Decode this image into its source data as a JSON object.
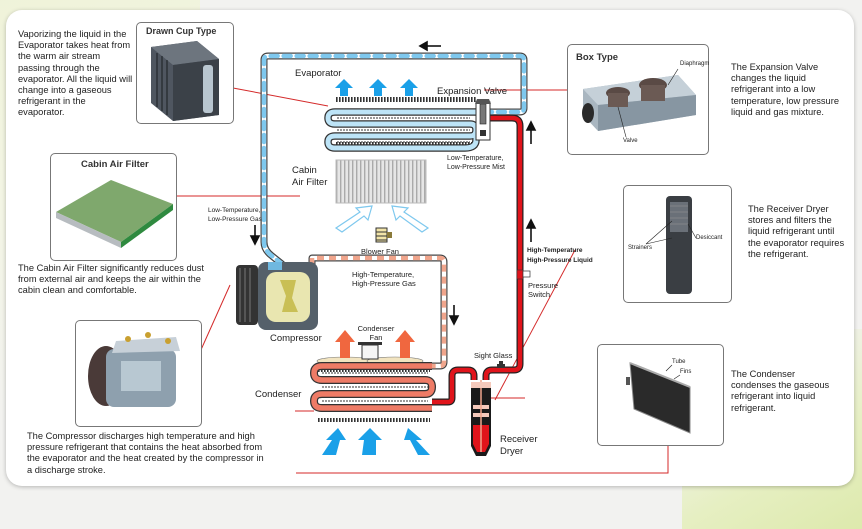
{
  "title": "Automotive Air Conditioning Refrigerant Cycle",
  "components": {
    "evaporator": {
      "label": "Evaporator",
      "inset_title": "Drawn Cup Type",
      "description": "Vaporizing the liquid in the Evaporator takes heat from the warm air stream passing through the evaporator. All the liquid will change into a gaseous refrigerant in the evaporator."
    },
    "expansion_valve": {
      "label": "Expansion Valve",
      "inset_title": "Box Type",
      "inset_callouts": [
        "Diaphragm",
        "Valve"
      ],
      "description": "The Expansion Valve changes the liquid refrigerant into a low temperature, low pressure liquid and gas mixture."
    },
    "cabin_air_filter": {
      "label_line1": "Cabin",
      "label_line2": "Air Filter",
      "inset_title": "Cabin Air Filter",
      "description": "The Cabin Air Filter significantly reduces dust from external air and keeps the air within the cabin clean and comfortable."
    },
    "blower_fan": {
      "label": "Blower Fan"
    },
    "compressor": {
      "label": "Compressor",
      "description": "The Compressor discharges high temperature and high pressure refrigerant that contains the heat absorbed from the evaporator and the heat created by the compressor in a discharge stroke."
    },
    "condenser": {
      "label": "Condenser",
      "fan_label_line1": "Condenser",
      "fan_label_line2": "Fan",
      "inset_callouts": [
        "Tube",
        "Fins"
      ],
      "description": "The Condenser condenses the gaseous refrigerant into liquid refrigerant."
    },
    "receiver_dryer": {
      "label_line1": "Receiver",
      "label_line2": "Dryer",
      "inset_callouts": [
        "Strainers",
        "Desiccant"
      ],
      "description": "The Receiver Dryer stores and filters the liquid refrigerant until the evaporator requires the refrigerant."
    },
    "sight_glass": {
      "label": "Sight Glass"
    },
    "pressure_switch": {
      "label_line1": "Pressure",
      "label_line2": "Switch"
    }
  },
  "flow_states": {
    "low_temp_mist": [
      "Low-Temperature,",
      "Low-Pressure Mist"
    ],
    "low_temp_gas": [
      "Low-Temperature,",
      "Low-Pressure Gas"
    ],
    "high_temp_gas": [
      "High-Temperature,",
      "High-Pressure Gas"
    ],
    "high_temp_liquid": [
      "High-Temperature",
      "High-Pressure Liquid"
    ]
  },
  "colors": {
    "low_pressure_line": "#7ec8ee",
    "high_pressure_gas_line": "#f0a58c",
    "high_pressure_liquid_line": "#e0141b",
    "cool_air": "#1aa0e8",
    "warm_air": "#f0673f",
    "callout_line": "#d42a2a"
  }
}
